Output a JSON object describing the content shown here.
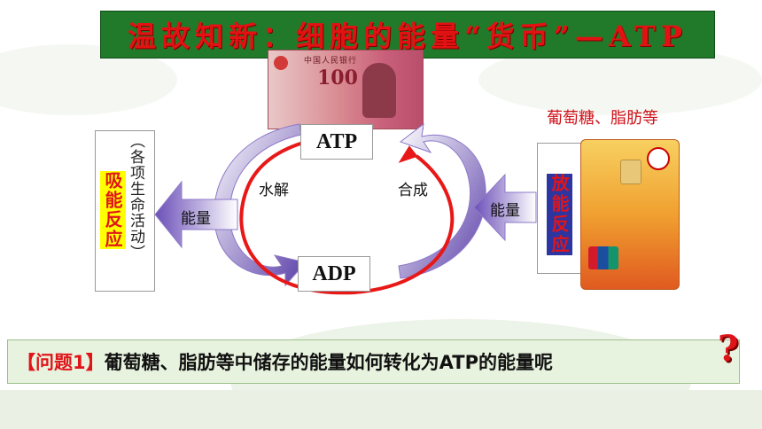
{
  "title": "温故知新：细胞的能量“货币”—ATP",
  "banknote": {
    "value": "100",
    "top_text": "中国人民银行"
  },
  "atp_label": "ATP",
  "adp_label": "ADP",
  "hydrolysis_label": "水解",
  "synthesis_label": "合成",
  "left_energy_label": "能量",
  "right_energy_label": "能量",
  "left_vertical_text": "（各项生命活动）",
  "left_reaction_label": "吸能反应",
  "right_reaction_label": "放能反应",
  "glucose_label": "葡萄糖、脂肪等",
  "question": {
    "prefix": "【问题1】",
    "text": "葡萄糖、脂肪等中储存的能量如何转化为ATP的能量呢"
  },
  "question_mark": "?",
  "colors": {
    "title_bg": "#217a2a",
    "title_text": "#e31212",
    "accent_red": "#e0151a",
    "arrow_purple": "#7b5cc4"
  }
}
